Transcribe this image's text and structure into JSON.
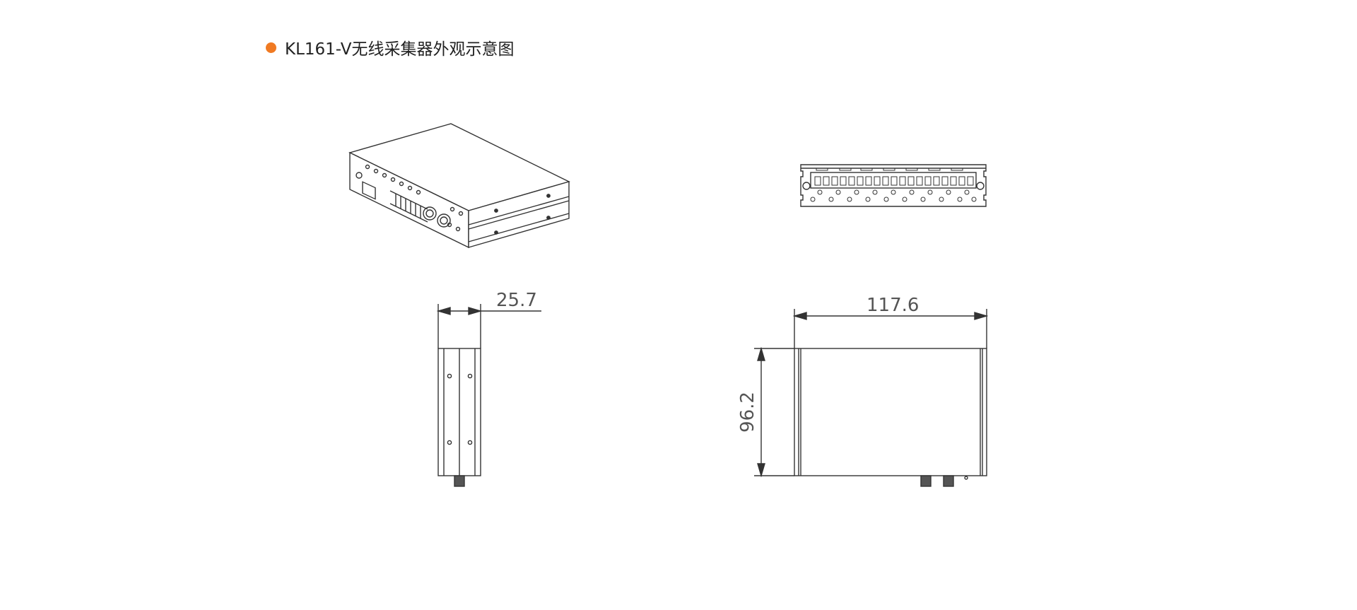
{
  "header": {
    "title": "KL161-V无线采集器外观示意图"
  },
  "dimensions": {
    "depth": "25.7",
    "width": "117.6",
    "height": "96.2"
  },
  "colors": {
    "accent": "#f07a22",
    "line": "#333333"
  }
}
